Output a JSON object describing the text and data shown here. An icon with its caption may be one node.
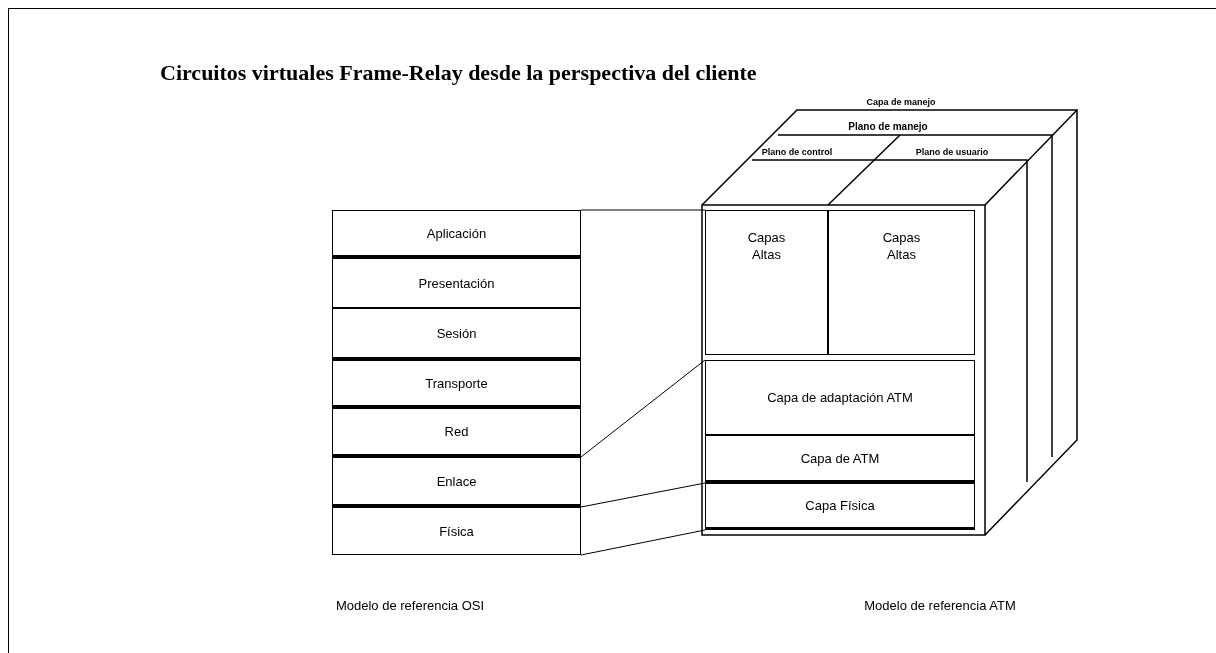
{
  "diagram": {
    "title": "Circuitos virtuales Frame-Relay desde la perspectiva del cliente",
    "nodes": [
      {
        "text": [
          "Aplicación"
        ]
      },
      {
        "text": [
          "Presentación"
        ]
      },
      {
        "text": [
          "Sesión"
        ]
      },
      {
        "text": [
          "Transporte"
        ]
      },
      {
        "text": [
          "Red"
        ]
      },
      {
        "text": [
          "Enlace"
        ]
      },
      {
        "text": [
          "Física"
        ]
      },
      {
        "text": [
          "Capas Altas"
        ]
      },
      {
        "text": [
          "Capas Altas"
        ]
      },
      {
        "text": [
          "Capa de adaptación ATM"
        ]
      },
      {
        "text": [
          "Capa de ATM"
        ]
      },
      {
        "text": [
          "Capa Física"
        ]
      }
    ],
    "edges": [
      {
        "from": 0,
        "to": 7,
        "arrow": "none"
      },
      {
        "from": 4,
        "to": 9,
        "arrow": "none"
      },
      {
        "from": 5,
        "to": 10,
        "arrow": "none"
      },
      {
        "from": 6,
        "to": 11,
        "arrow": "none"
      }
    ],
    "labels": [
      "Capa de manejo",
      "Plano de manejo",
      "Plano de control",
      "Plano de usuario",
      "Modelo de referencia OSI",
      "Modelo de referencia ATM"
    ]
  }
}
